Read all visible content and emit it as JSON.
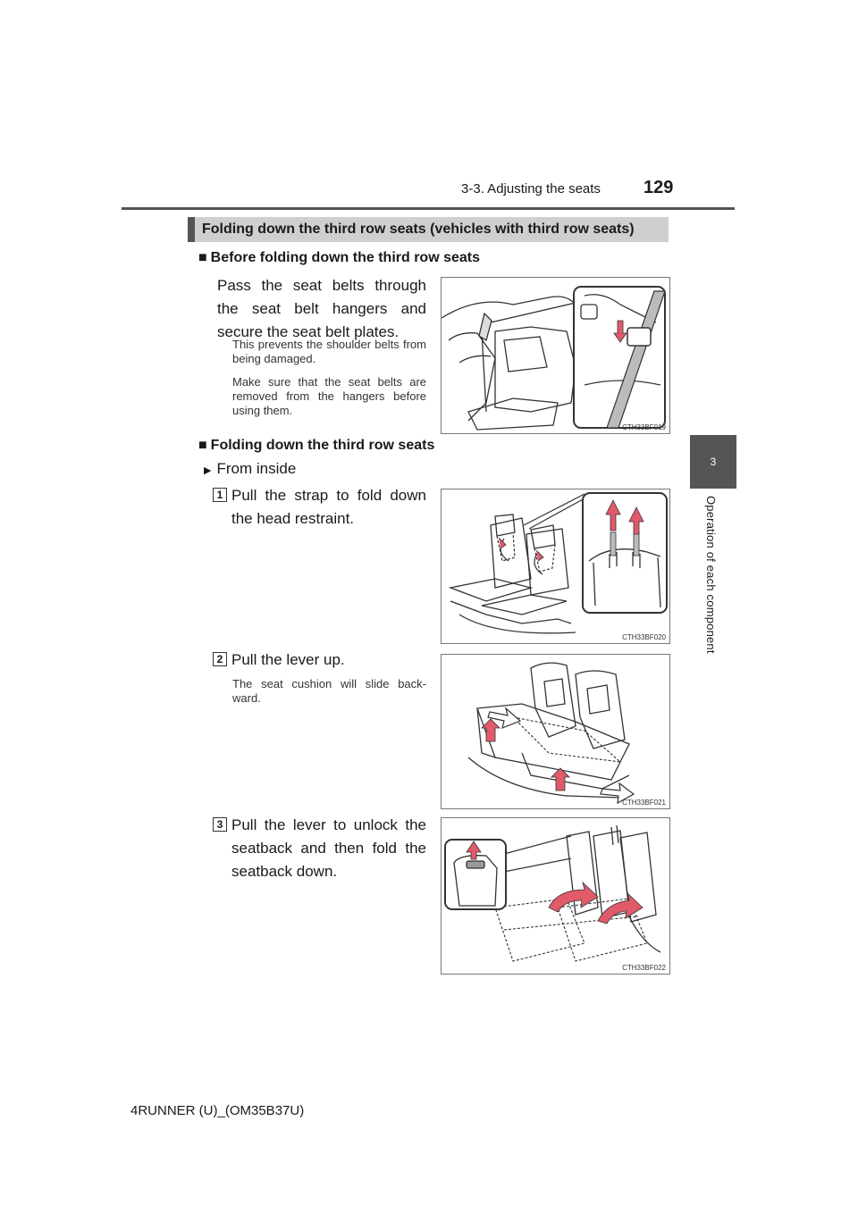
{
  "header": {
    "section": "3-3. Adjusting the seats",
    "page_number": "129"
  },
  "side_tab": {
    "number": "3",
    "label": "Operation of each component"
  },
  "section_title": "Folding down the third row seats (vehicles with third row seats)",
  "before_folding": {
    "heading_mark": "■",
    "heading": "Before folding down the third row seats",
    "instruction": "Pass the seat belts through the seat belt hangers and secure the seat belt plates.",
    "notes": [
      "This prevents the shoulder belts from being damaged.",
      "Make sure that the seat belts are removed from the hangers before using them."
    ],
    "figure_code": "CTH33BF019"
  },
  "folding": {
    "heading_mark": "■",
    "heading": "Folding down the third row seats",
    "from_inside_mark": "▶",
    "from_inside": "From inside",
    "steps": [
      {
        "number": "1",
        "text": "Pull the strap to fold down the head restraint.",
        "note": "",
        "figure_code": "CTH33BF020"
      },
      {
        "number": "2",
        "text": "Pull the lever up.",
        "note": "The seat cushion will slide back-ward.",
        "figure_code": "CTH33BF021"
      },
      {
        "number": "3",
        "text": "Pull the lever to unlock the seatback and then fold the seatback down.",
        "note": "",
        "figure_code": "CTH33BF022"
      }
    ]
  },
  "footer": {
    "model": "4RUNNER (U)_(OM35B37U)"
  }
}
